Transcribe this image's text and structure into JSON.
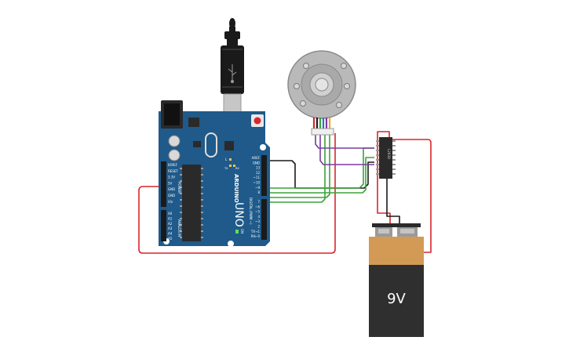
{
  "board": {
    "brand": "ARDUINO",
    "model": "UNO",
    "on_label": "ON",
    "tx_label": "TX",
    "rx_label": "RX",
    "l_label": "L",
    "power_label": "POWER",
    "analog_label": "ANALOG IN",
    "digital_label": "DIGITAL (PWM ~)",
    "power_pins": [
      "IOREF",
      "RESET",
      "3.3V",
      "5V",
      "GND",
      "GND",
      "Vin"
    ],
    "analog_pins": [
      "A0",
      "A1",
      "A2",
      "A3",
      "A4",
      "A5"
    ],
    "digital_top": [
      "AREF",
      "GND",
      "13",
      "12",
      "~11",
      "~10",
      "~9",
      "8"
    ],
    "digital_bottom": [
      "7",
      "~6",
      "~5",
      "4",
      "~3",
      "2",
      "TX→1",
      "RX←0"
    ],
    "color": "#1f5a8a"
  },
  "driver": {
    "label": "L293D"
  },
  "battery": {
    "label": "9V",
    "top_color": "#d39a55",
    "body_color": "#2f2f2f"
  },
  "wires": {
    "red": "#d9262b",
    "black": "#1a1a1a",
    "green": "#3aa33a",
    "purple": "#7b3aa1"
  }
}
